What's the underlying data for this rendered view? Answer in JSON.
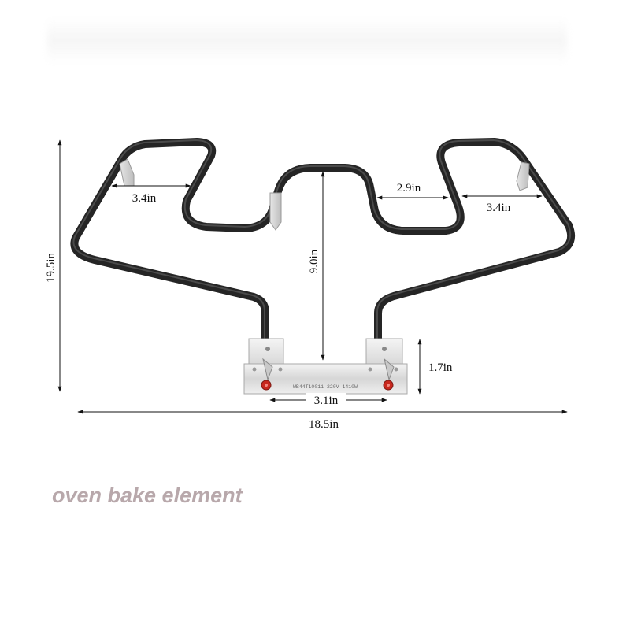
{
  "caption": "oven bake element",
  "plate_label": "WB44T10011 220V-1410W",
  "dimensions": {
    "overall_height": "19.5in",
    "overall_width": "18.5in",
    "left_loop_width": "3.4in",
    "right_loop_width": "3.4in",
    "center_loop_width": "2.9in",
    "center_depth": "9.0in",
    "bracket_height": "1.7in",
    "terminal_spacing": "3.1in"
  },
  "colors": {
    "element": "#2b2b2b",
    "dimension_line": "#111111",
    "caption": "#b8a8ab",
    "terminal": "#c8281e"
  }
}
